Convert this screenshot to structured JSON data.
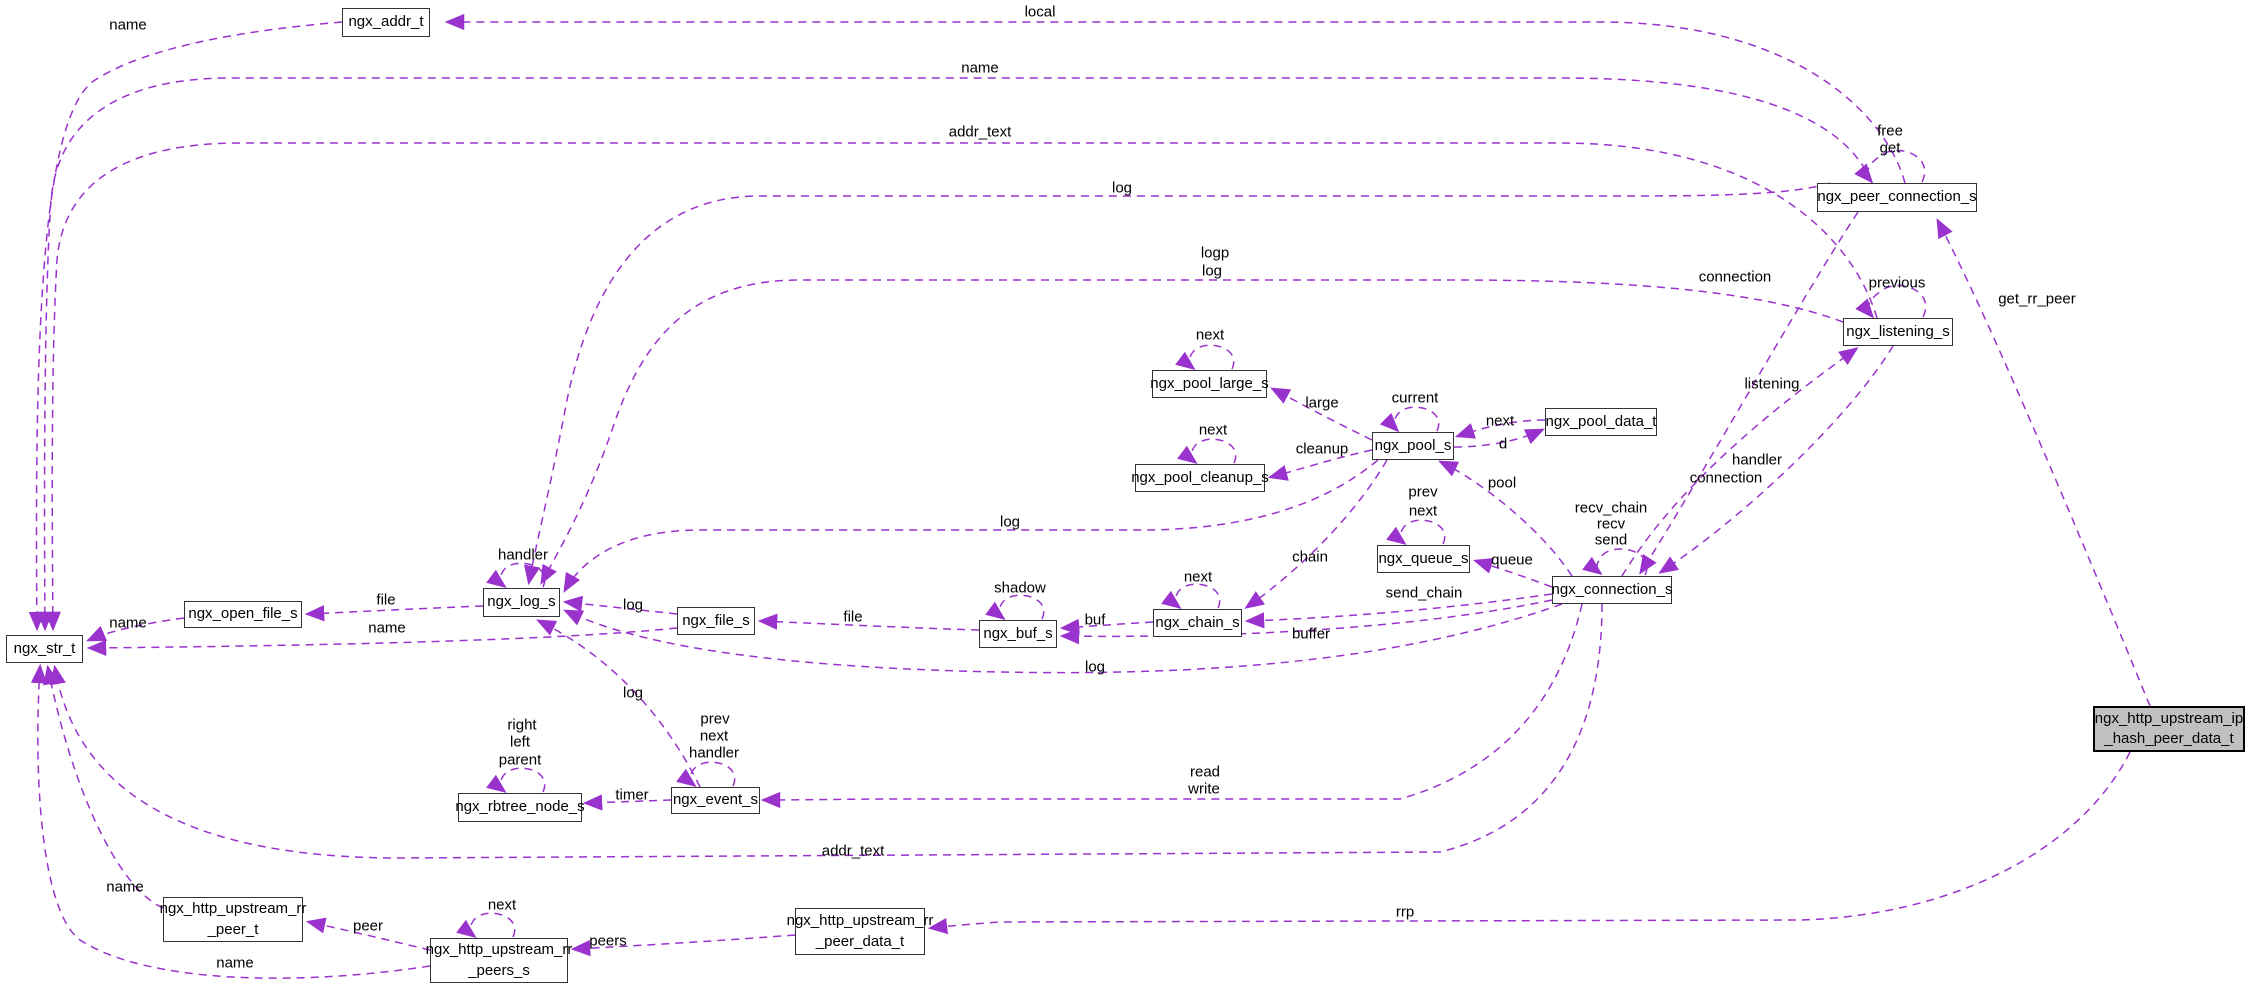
{
  "diagram": {
    "type": "doxygen-collaboration-graph",
    "colors": {
      "edge": "#9a32cd",
      "node_border": "#333333",
      "node_fill": "#ffffff",
      "highlight_fill": "#c0c0c0",
      "text": "#000000"
    },
    "nodes": [
      {
        "id": "ngx_addr_t",
        "lines": [
          "ngx_addr_t"
        ]
      },
      {
        "id": "ngx_peer_connection_s",
        "lines": [
          "ngx_peer_connection_s"
        ]
      },
      {
        "id": "ngx_listening_s",
        "lines": [
          "ngx_listening_s"
        ]
      },
      {
        "id": "ngx_pool_large_s",
        "lines": [
          "ngx_pool_large_s"
        ]
      },
      {
        "id": "ngx_pool_cleanup_s",
        "lines": [
          "ngx_pool_cleanup_s"
        ]
      },
      {
        "id": "ngx_pool_s",
        "lines": [
          "ngx_pool_s"
        ]
      },
      {
        "id": "ngx_pool_data_t",
        "lines": [
          "ngx_pool_data_t"
        ]
      },
      {
        "id": "ngx_queue_s",
        "lines": [
          "ngx_queue_s"
        ]
      },
      {
        "id": "ngx_connection_s",
        "lines": [
          "ngx_connection_s"
        ]
      },
      {
        "id": "ngx_chain_s",
        "lines": [
          "ngx_chain_s"
        ]
      },
      {
        "id": "ngx_buf_s",
        "lines": [
          "ngx_buf_s"
        ]
      },
      {
        "id": "ngx_file_s",
        "lines": [
          "ngx_file_s"
        ]
      },
      {
        "id": "ngx_log_s",
        "lines": [
          "ngx_log_s"
        ]
      },
      {
        "id": "ngx_open_file_s",
        "lines": [
          "ngx_open_file_s"
        ]
      },
      {
        "id": "ngx_str_t",
        "lines": [
          "ngx_str_t"
        ]
      },
      {
        "id": "ngx_rbtree_node_s",
        "lines": [
          "ngx_rbtree_node_s"
        ]
      },
      {
        "id": "ngx_event_s",
        "lines": [
          "ngx_event_s"
        ]
      },
      {
        "id": "ngx_http_upstream_rr_peer_t",
        "lines": [
          "ngx_http_upstream_rr",
          "_peer_t"
        ]
      },
      {
        "id": "ngx_http_upstream_rr_peers_s",
        "lines": [
          "ngx_http_upstream_rr",
          "_peers_s"
        ]
      },
      {
        "id": "ngx_http_upstream_rr_peer_data_t",
        "lines": [
          "ngx_http_upstream_rr",
          "_peer_data_t"
        ]
      },
      {
        "id": "ngx_http_upstream_ip_hash_peer_data_t",
        "lines": [
          "ngx_http_upstream_ip",
          "_hash_peer_data_t"
        ]
      }
    ],
    "edge_labels": [
      "local",
      "name",
      "name",
      "addr_text",
      "log",
      "free",
      "get",
      "logp",
      "log",
      "connection",
      "previous",
      "get_rr_peer",
      "next",
      "listening",
      "current",
      "large",
      "next",
      "next",
      "d",
      "cleanup",
      "handler",
      "connection",
      "pool",
      "prev",
      "recv_chain",
      "next",
      "log",
      "recv",
      "send",
      "handler",
      "chain",
      "queue",
      "next",
      "shadow",
      "send_chain",
      "file",
      "log",
      "file",
      "buf",
      "name",
      "name",
      "buffer",
      "log",
      "log",
      "prev",
      "right",
      "next",
      "left",
      "handler",
      "parent",
      "read",
      "write",
      "timer",
      "addr_text",
      "name",
      "next",
      "rrp",
      "peer",
      "peers",
      "name"
    ]
  }
}
